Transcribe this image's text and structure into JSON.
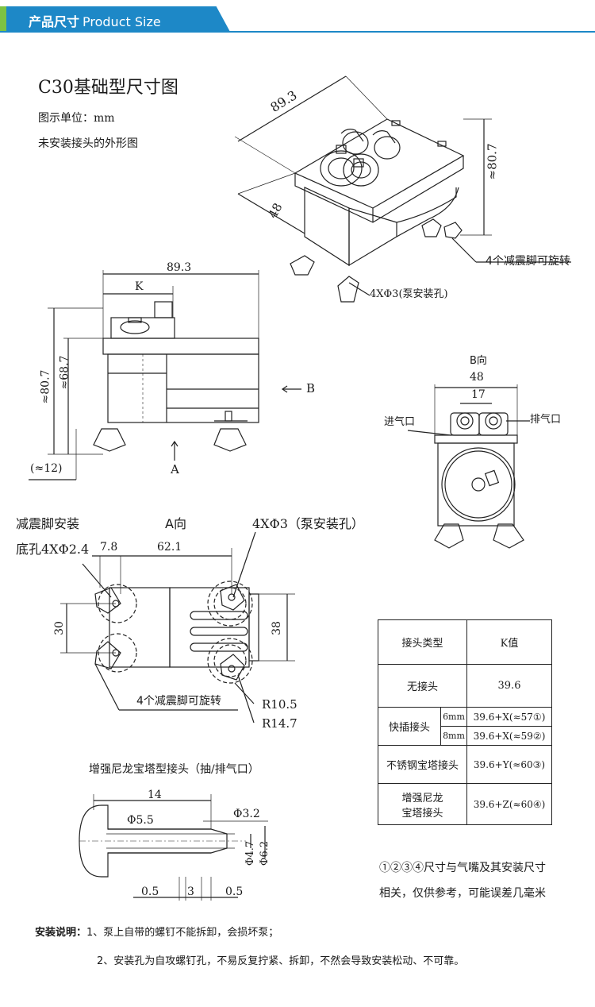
{
  "header": {
    "title_cn": "产品尺寸",
    "title_en": "Product Size",
    "color": "#1d88c7",
    "accent": "#7cc242"
  },
  "intro": {
    "title": "C30基础型尺寸图",
    "unit": "图示单位：mm",
    "note": "未安装接头的外形图"
  },
  "iso": {
    "dim_length": "89.3",
    "dim_width": "48",
    "dim_height": "≈80.7",
    "feet_label": "4个减震脚可旋转",
    "holes_label": "4XΦ3(泵安装孔)"
  },
  "side": {
    "dim_length": "89.3",
    "dim_k": "K",
    "dim_h1": "≈80.7",
    "dim_h2": "≈68.7",
    "dim_foot": "(≈12)",
    "arrow_b": "B",
    "arrow_a": "A"
  },
  "bview": {
    "title": "B向",
    "dim_width": "48",
    "dim_spacing": "17",
    "inlet": "进气口",
    "outlet": "排气口"
  },
  "aview": {
    "title": "A向",
    "foot_holes_1": "减震脚安装",
    "foot_holes_2": "底孔4XΦ2.4",
    "pump_holes": "4XΦ3（泵安装孔）",
    "dim_a": "7.8",
    "dim_b": "62.1",
    "dim_c": "30",
    "dim_d": "38",
    "feet_label": "4个减震脚可旋转",
    "r1": "R10.5",
    "r2": "R14.7"
  },
  "fitting": {
    "title": "增强尼龙宝塔型接头（抽/排气口）",
    "dim_len": "14",
    "d1": "Φ5.5",
    "d2": "Φ3.2",
    "d3": "Φ4.7",
    "d4": "Φ6.2",
    "w1": "0.5",
    "w2": "3",
    "w3": "0.5"
  },
  "ktable": {
    "h_type": "接头类型",
    "h_k": "K值",
    "r1_type": "无接头",
    "r1_k": "39.6",
    "r2_type": "快插接头",
    "r2_s1": "6mm",
    "r2_k1": "39.6+X(≈57①)",
    "r2_s2": "8mm",
    "r2_k2": "39.6+X(≈59②)",
    "r3_type": "不锈钢宝塔接头",
    "r3_k": "39.6+Y(≈60③)",
    "r4_type1": "增强尼龙",
    "r4_type2": "宝塔接头",
    "r4_k": "39.6+Z(≈60④)"
  },
  "table_note": {
    "line1": "①②③④尺寸与气嘴及其安装尺寸",
    "line2": "相关，仅供参考，可能误差几毫米"
  },
  "install": {
    "label": "安装说明：",
    "n1": "1、泵上自带的螺钉不能拆卸，会损坏泵；",
    "n2": "2、安装孔为自攻螺钉孔，不易反复拧紧、拆卸，不然会导致安装松动、不可靠。"
  }
}
